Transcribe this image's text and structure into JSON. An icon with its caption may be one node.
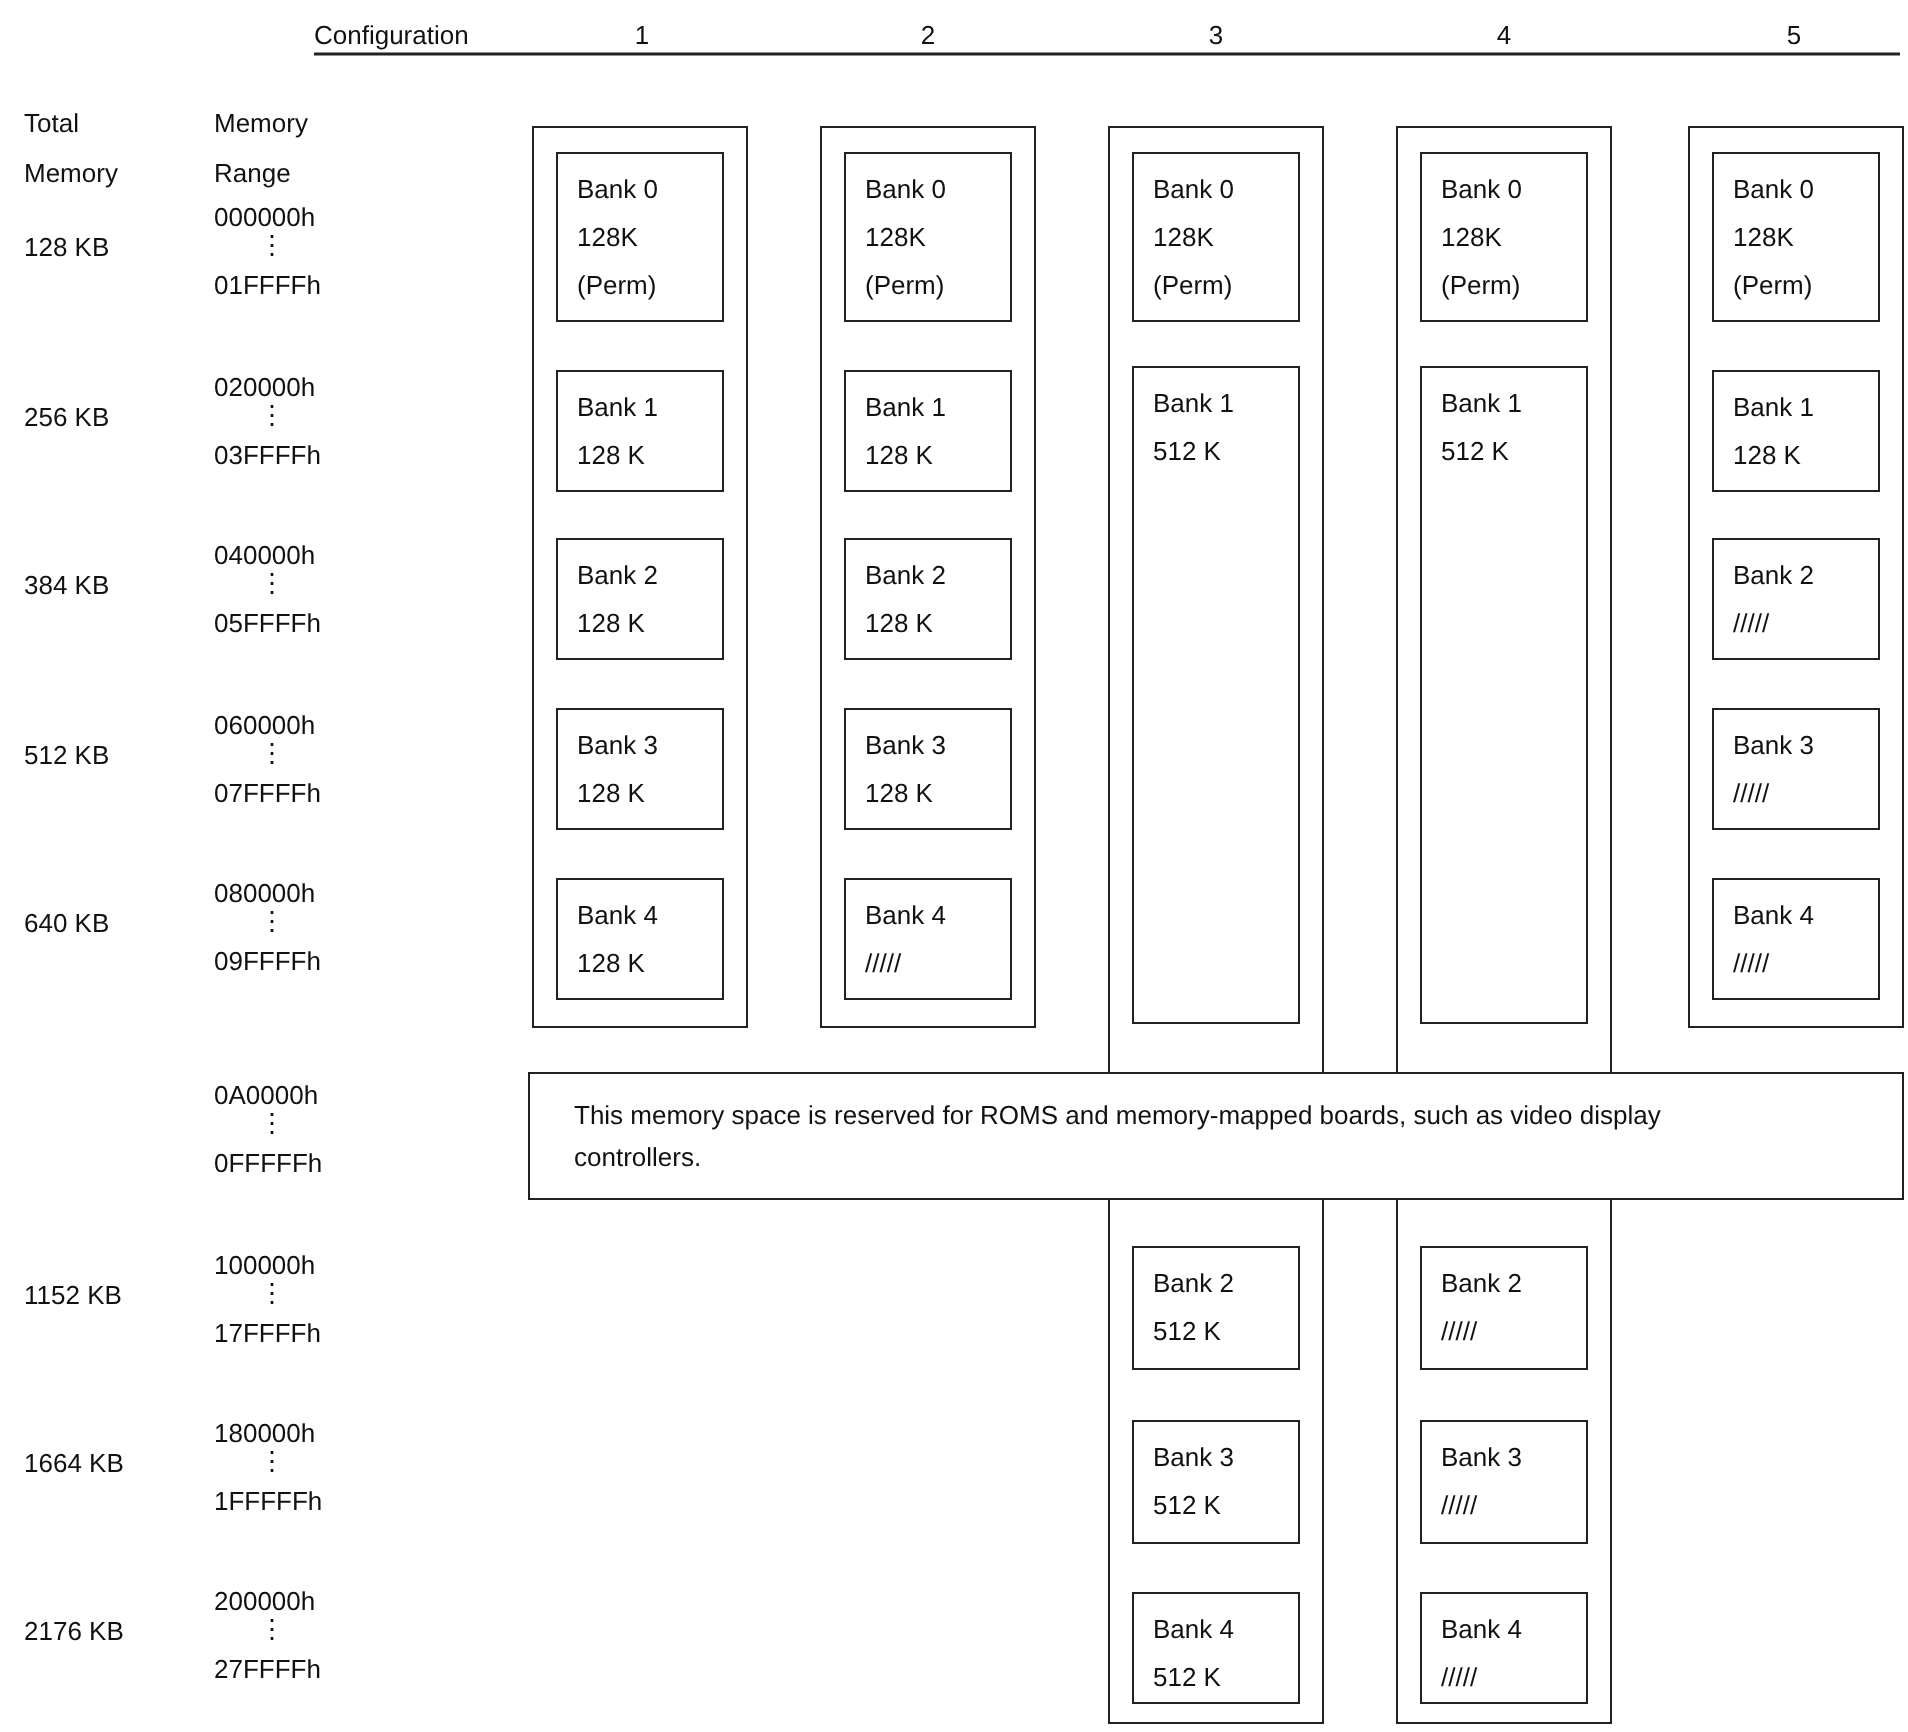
{
  "diagram": {
    "nodes": [
      {
        "text": [],
        "shape": "box"
      },
      {
        "text": [
          "Bank 0",
          "128K",
          "(Perm)"
        ],
        "in": 0
      },
      {
        "text": [
          "Bank 1",
          "128 K"
        ],
        "in": 0
      },
      {
        "text": [
          "Bank 2",
          "128 K"
        ],
        "in": 0
      },
      {
        "text": [
          "Bank 3",
          "128 K"
        ],
        "in": 0
      },
      {
        "text": [
          "Bank 4",
          "128 K"
        ],
        "in": 0
      },
      {
        "text": [],
        "shape": "box"
      },
      {
        "text": [
          "Bank 0",
          "128K",
          "(Perm)"
        ],
        "in": 6
      },
      {
        "text": [
          "Bank 1",
          "128 K"
        ],
        "in": 6
      },
      {
        "text": [
          "Bank 2",
          "128 K"
        ],
        "in": 6
      },
      {
        "text": [
          "Bank 3",
          "128 K"
        ],
        "in": 6
      },
      {
        "text": [
          "Bank 4",
          "/////"
        ],
        "in": 6
      },
      {
        "text": [],
        "shape": "box"
      },
      {
        "text": [
          "Bank 0",
          "128K",
          "(Perm)"
        ],
        "in": 12
      },
      {
        "text": [
          "Bank 1",
          "512 K"
        ],
        "in": 12
      },
      {
        "text": [
          "Bank 2",
          "512 K"
        ],
        "in": 12
      },
      {
        "text": [
          "Bank 3",
          "512 K"
        ],
        "in": 12
      },
      {
        "text": [
          "Bank 4",
          "512 K"
        ],
        "in": 12
      },
      {
        "text": [],
        "shape": "box"
      },
      {
        "text": [
          "Bank 0",
          "128K",
          "(Perm)"
        ],
        "in": 18
      },
      {
        "text": [
          "Bank 1",
          "512 K"
        ],
        "in": 18
      },
      {
        "text": [
          "Bank 2",
          "/////"
        ],
        "in": 18
      },
      {
        "text": [
          "Bank 3",
          "/////"
        ],
        "in": 18
      },
      {
        "text": [
          "Bank 4",
          "/////"
        ],
        "in": 18
      },
      {
        "text": [],
        "shape": "box"
      },
      {
        "text": [
          "Bank 0",
          "128K",
          "(Perm)"
        ],
        "in": 24
      },
      {
        "text": [
          "Bank 1",
          "128 K"
        ],
        "in": 24
      },
      {
        "text": [
          "Bank 2",
          "/////"
        ],
        "in": 24
      },
      {
        "text": [
          "Bank 3",
          "/////"
        ],
        "in": 24
      },
      {
        "text": [
          "Bank 4",
          "/////"
        ],
        "in": 24
      },
      {
        "text": [
          "This memory space is reserved for ROMS and memory-mapped boards, such as video display controllers."
        ]
      }
    ],
    "labels": [
      "Configuration",
      "1",
      "2",
      "3",
      "4",
      "5",
      "Total Memory",
      "Memory Range",
      "128 KB",
      "000000h",
      "⋮",
      "01FFFFh",
      "256 KB",
      "020000h",
      "⋮",
      "03FFFFh",
      "384 KB",
      "040000h",
      "⋮",
      "05FFFFh",
      "512 KB",
      "060000h",
      "⋮",
      "07FFFFh",
      "640 KB",
      "080000h",
      "⋮",
      "09FFFFh",
      "0A0000h",
      "⋮",
      "0FFFFFh",
      "1152 KB",
      "100000h",
      "⋮",
      "17FFFFh",
      "1664 KB",
      "180000h",
      "⋮",
      "1FFFFFh",
      "2176 KB",
      "200000h",
      "⋮",
      "27FFFFh"
    ]
  }
}
